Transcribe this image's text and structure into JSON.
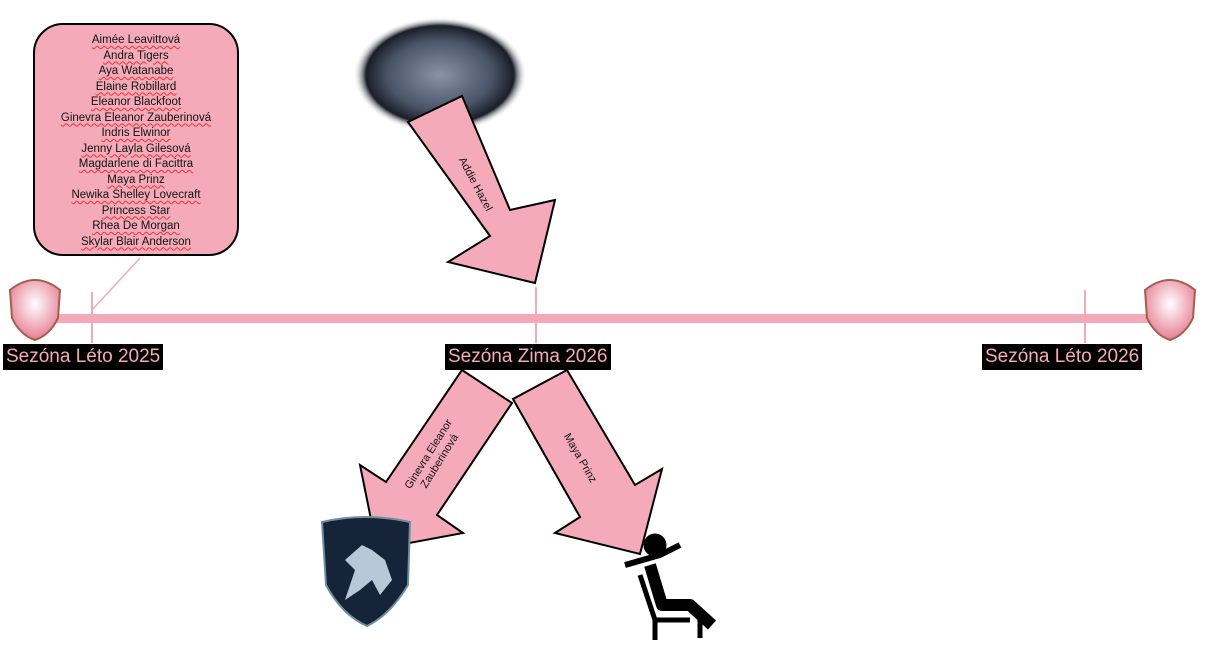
{
  "names_box": {
    "names": [
      "Aimée Leavittová",
      "Andra Tigers",
      "Aya Watanabe",
      "Elaine Robillard",
      "Eleanor Blackfoot",
      "Ginevra Eleanor Zauberinová",
      "Indris Elwinor",
      "Jenny Layla Gilesová",
      "Magdarlene di Facittra",
      "Maya Prinz",
      "Newika Shelley Lovecraft",
      "Princess Star",
      "Rhea De Morgan",
      "Skylar Blair Anderson"
    ]
  },
  "seasons": [
    "Sezóna Léto 2025",
    "Sezóna Zima 2026",
    "Sezóna Léto 2026"
  ],
  "arrows": {
    "addie": "Addie Hazel",
    "ginevra_1": "Ginevra Eleanor",
    "ginevra_2": "Zauberinová",
    "maya": "Maya Prinz"
  },
  "colors": {
    "pink": "#f4aab9",
    "line": "#f2aab8"
  }
}
